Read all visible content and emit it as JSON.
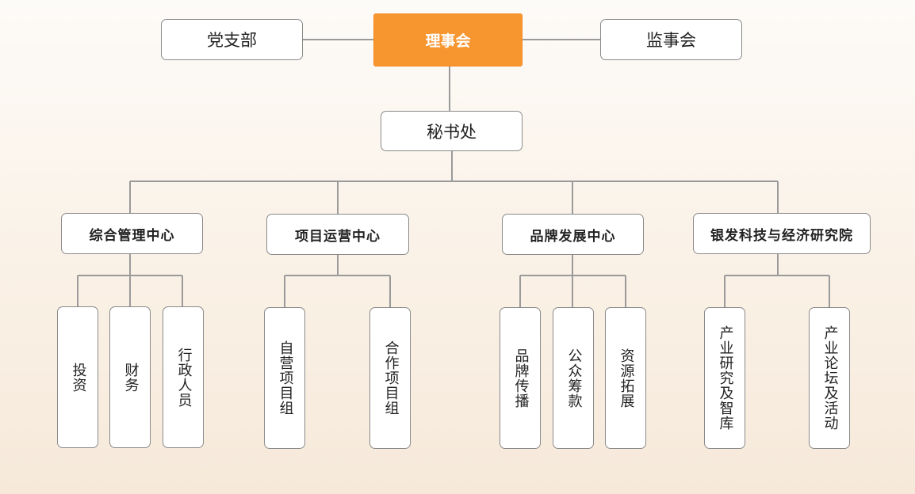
{
  "org": {
    "root": "理事会",
    "party": "党支部",
    "supervisory": "监事会",
    "secretariat": "秘书处",
    "depts": [
      {
        "name": "综合管理中心",
        "units": [
          "投资",
          "财务",
          "行政人员"
        ]
      },
      {
        "name": "项目运营中心",
        "units": [
          "自营项目组",
          "合作项目组"
        ]
      },
      {
        "name": "品牌发展中心",
        "units": [
          "品牌传播",
          "公众筹款",
          "资源拓展"
        ]
      },
      {
        "name": "银发科技与经济研究院",
        "units": [
          "产业研究及智库",
          "产业论坛及活动"
        ]
      }
    ]
  },
  "colors": {
    "root_fill": "#f7952f",
    "line": "#999999",
    "box_border": "#8a8a8a"
  }
}
